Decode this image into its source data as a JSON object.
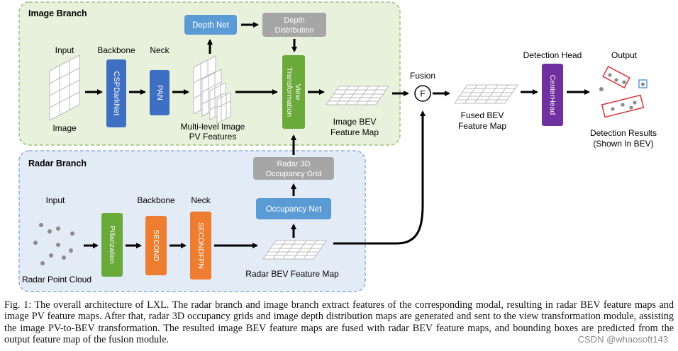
{
  "image_branch": {
    "title": "Image Branch",
    "input_label": "Input",
    "image_label": "Image",
    "backbone_label": "Backbone",
    "backbone_block": "CSPDarkNet",
    "neck_label": "Neck",
    "neck_block": "PAN",
    "pv_features_label": [
      "Multi-level Image",
      "PV Features"
    ],
    "depth_net": "Depth Net",
    "depth_distribution": [
      "Depth",
      "Distribution"
    ],
    "view_transformation": [
      "View",
      "Transformation"
    ],
    "bev_map_label": [
      "Image BEV",
      "Feature Map"
    ]
  },
  "radar_branch": {
    "title": "Radar Branch",
    "input_label": "Input",
    "point_cloud_label": "Radar Point Cloud",
    "pillarization": "Pillarization",
    "backbone_label": "Backbone",
    "backbone_block": "SECOND",
    "neck_label": "Neck",
    "neck_block": "SECONDFPN",
    "occupancy_net": "Occupancy Net",
    "occupancy_grid": [
      "Radar 3D",
      "Occupancy Grid"
    ],
    "bev_map_label": "Radar BEV Feature Map"
  },
  "fusion": {
    "label": "Fusion",
    "symbol": "F",
    "fused_map_label": [
      "Fused BEV",
      "Feature Map"
    ]
  },
  "detection": {
    "head_label": "Detection Head",
    "head_block": "CenterHead",
    "output_label": "Output",
    "results_label": [
      "Detection Results",
      "(Shown In BEV)"
    ]
  },
  "colors": {
    "image_branch_bg": "#e8f1dc",
    "image_branch_border": "#9cc47c",
    "radar_branch_bg": "#e3ebf6",
    "radar_branch_border": "#8fb0da",
    "backbone_blue": "#3f6fc2",
    "light_blue": "#5b9bd5",
    "green": "#6aaa3a",
    "orange": "#ed7d31",
    "purple": "#7030a0",
    "gray": "#a6a6a6",
    "red": "#e03030"
  },
  "caption": "Fig. 1: The overall architecture of LXL. The radar branch and image branch extract features of the corresponding modal, resulting in radar BEV feature maps and image PV feature maps. After that, radar 3D occupancy grids and image depth distribution maps are generated and sent to the view transformation module, assisting the image PV-to-BEV transformation. The resulted image BEV feature maps are fused with radar BEV feature maps, and bounding boxes are predicted from the output feature map of the fusion module.",
  "watermark": "CSDN @whaosoft143"
}
